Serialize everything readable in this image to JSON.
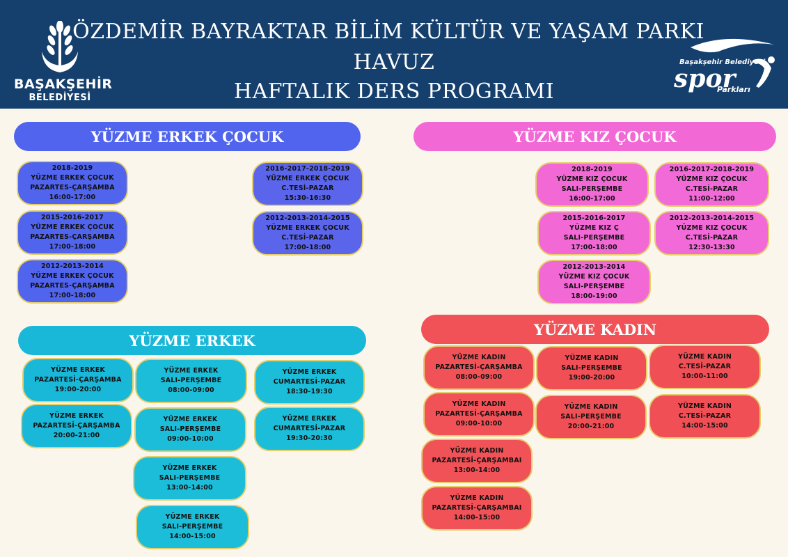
{
  "header": {
    "title_line1": "ÖZDEMİR BAYRAKTAR BİLİM KÜLTÜR VE YAŞAM PARKI",
    "title_line2": "HAVUZ",
    "title_line3": "HAFTALIK DERS PROGRAMI",
    "left_logo": {
      "icon": "wheat-tulip-emblem-icon",
      "line1": "BAŞAKŞEHİR",
      "line2": "BELEDİYESİ"
    },
    "right_logo": {
      "line1": "Başakşehir Belediyesi",
      "line2": "spor",
      "line3": "Parkları"
    }
  },
  "colors": {
    "header_bg": "#153f6c",
    "page_bg": "#fbf6ec",
    "erkek_cocuk": "#5064ee",
    "kiz_cocuk": "#f269d6",
    "erkek": "#19b7d8",
    "kadin": "#f05257",
    "card_border": "#e4cf6a"
  },
  "sections": {
    "erkek_cocuk": {
      "title": "YÜZME ERKEK ÇOCUK",
      "cards": [
        [
          "2018-2019",
          "YÜZME ERKEK ÇOCUK",
          "PAZARTES-ÇARŞAMBA",
          "16:00-17:00"
        ],
        [
          "2015-2016-2017",
          "YÜZME ERKEK ÇOCUK",
          "PAZARTES-ÇARŞAMBA",
          "17:00-18:00"
        ],
        [
          "2012-2013-2014",
          "YÜZME ERKEK ÇOCUK",
          "PAZARTES-ÇARŞAMBA",
          "17:00-18:00"
        ],
        [
          "2016-2017-2018-2019",
          "YÜZME ERKEK ÇOCUK",
          "C.TESİ-PAZAR",
          "15:30-16:30"
        ],
        [
          "2012-2013-2014-2015",
          "YÜZME ERKEK ÇOCUK",
          "C.TESİ-PAZAR",
          "17:00-18:00"
        ]
      ]
    },
    "kiz_cocuk": {
      "title": "YÜZME KIZ ÇOCUK",
      "cards": [
        [
          "2018-2019",
          "YÜZME KIZ ÇOCUK",
          "SALI-PERŞEMBE",
          "16:00-17:00"
        ],
        [
          "2015-2016-2017",
          "YÜZME KIZ Ç",
          "SALI-PERŞEMBE",
          "17:00-18:00"
        ],
        [
          "2012-2013-2014",
          "YÜZME KIZ ÇOCUK",
          "SALI-PERŞEMBE",
          "18:00-19:00"
        ],
        [
          "2016-2017-2018-2019",
          "YÜZME KIZ ÇOCUK",
          "C.TESİ-PAZAR",
          "11:00-12:00"
        ],
        [
          "2012-2013-2014-2015",
          "YÜZME KIZ ÇOCUK",
          "C.TESİ-PAZAR",
          "12:30-13:30"
        ]
      ]
    },
    "erkek": {
      "title": "YÜZME ERKEK",
      "cards": [
        [
          "YÜZME ERKEK",
          "PAZARTESİ-ÇARŞAMBA",
          "19:00-20:00"
        ],
        [
          "YÜZME ERKEK",
          "PAZARTESİ-ÇARŞAMBA",
          "20:00-21:00"
        ],
        [
          "YÜZME ERKEK",
          "SALI-PERŞEMBE",
          "08:00-09:00"
        ],
        [
          "YÜZME ERKEK",
          "SALI-PERŞEMBE",
          "09:00-10:00"
        ],
        [
          "YÜZME ERKEK",
          "SALI-PERŞEMBE",
          "13:00-14:00"
        ],
        [
          "YÜZME ERKEK",
          "SALI-PERŞEMBE",
          "14:00-15:00"
        ],
        [
          "YÜZME ERKEK",
          "CUMARTESİ-PAZAR",
          "18:30-19:30"
        ],
        [
          "YÜZME ERKEK",
          "CUMARTESİ-PAZAR",
          "19:30-20:30"
        ]
      ]
    },
    "kadin": {
      "title": "YÜZME KADIN",
      "cards": [
        [
          "YÜZME KADIN",
          "PAZARTESİ-ÇARŞAMBA",
          "08:00-09:00"
        ],
        [
          "YÜZME KADIN",
          "PAZARTESİ-ÇARŞAMBA",
          "09:00-10:00"
        ],
        [
          "YÜZME KADIN",
          "PAZARTESİ-ÇARŞAMBAI",
          "13:00-14:00"
        ],
        [
          "YÜZME KADIN",
          "PAZARTESİ-ÇARŞAMBAI",
          "14:00-15:00"
        ],
        [
          "YÜZME KADIN",
          "SALI-PERŞEMBE",
          "19:00-20:00"
        ],
        [
          "YÜZME KADIN",
          "SALI-PERŞEMBE",
          "20:00-21:00"
        ],
        [
          "YÜZME KADIN",
          "C.TESİ-PAZAR",
          "10:00-11:00"
        ],
        [
          "YÜZME KADIN",
          "C.TESİ-PAZAR",
          "14:00-15:00"
        ]
      ]
    }
  }
}
